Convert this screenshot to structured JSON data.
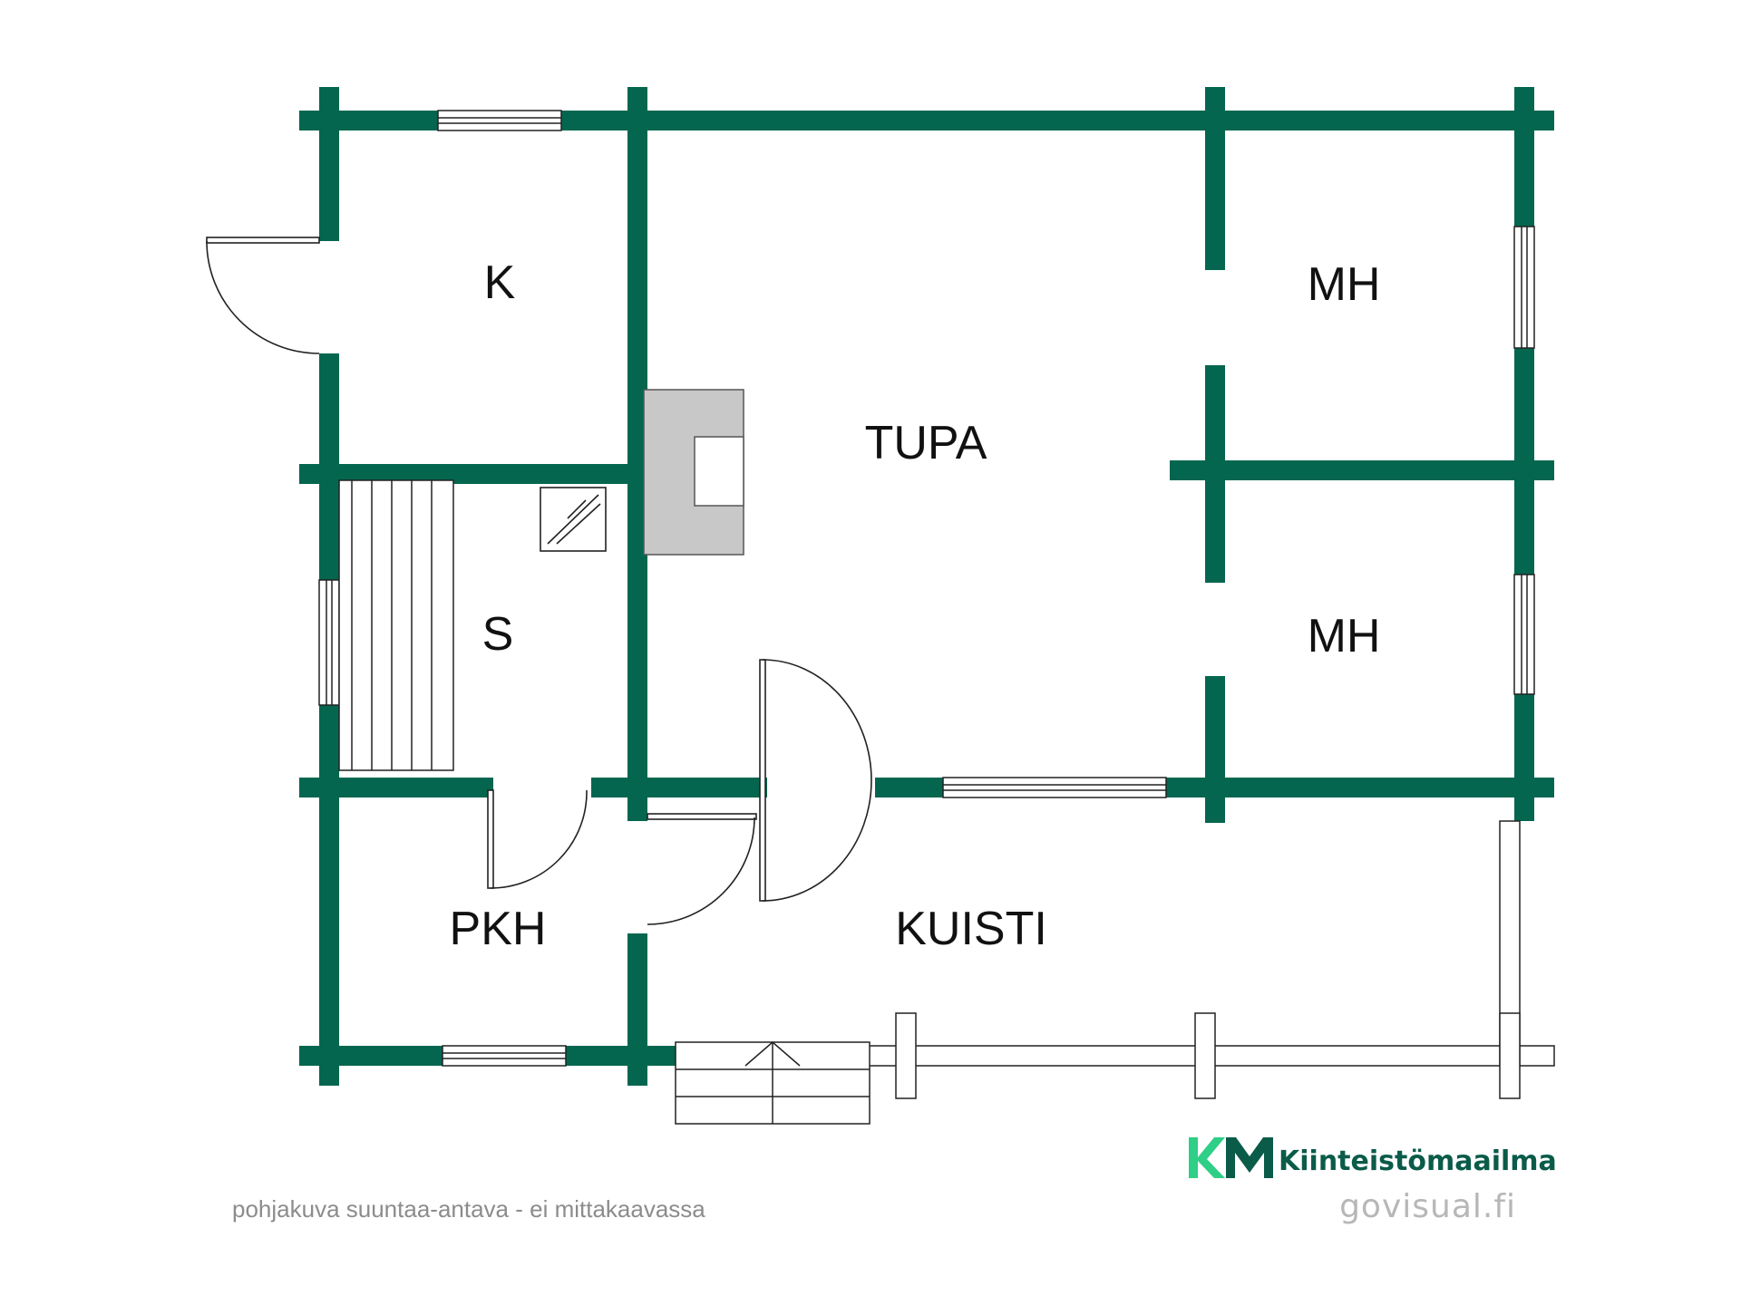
{
  "rooms": {
    "k": "K",
    "tupa": "TUPA",
    "mh_upper": "MH",
    "mh_lower": "MH",
    "s": "S",
    "pkh": "PKH",
    "kuisti": "KUISTI"
  },
  "footer": {
    "disclaimer": "pohjakuva suuntaa-antava - ei mittakaavassa",
    "brand_mark": "KM",
    "brand_name": "Kiinteistömaailma",
    "website": "govisual.fi"
  },
  "colors": {
    "wall": "#04664f",
    "fireplace": "#c8c8c8",
    "brand_name": "#0b5b49",
    "brand_mark_light": "#2ecf86",
    "brand_mark_dark": "#0b5b49",
    "muted_text": "#8c8c8c"
  },
  "icons": {
    "door": "door-swing-icon",
    "window": "window-icon",
    "fireplace": "fireplace-icon",
    "stove": "sauna-stove-icon",
    "bench": "sauna-bench-icon",
    "stairs": "entry-stairs-icon",
    "logo": "km-logo-icon"
  }
}
